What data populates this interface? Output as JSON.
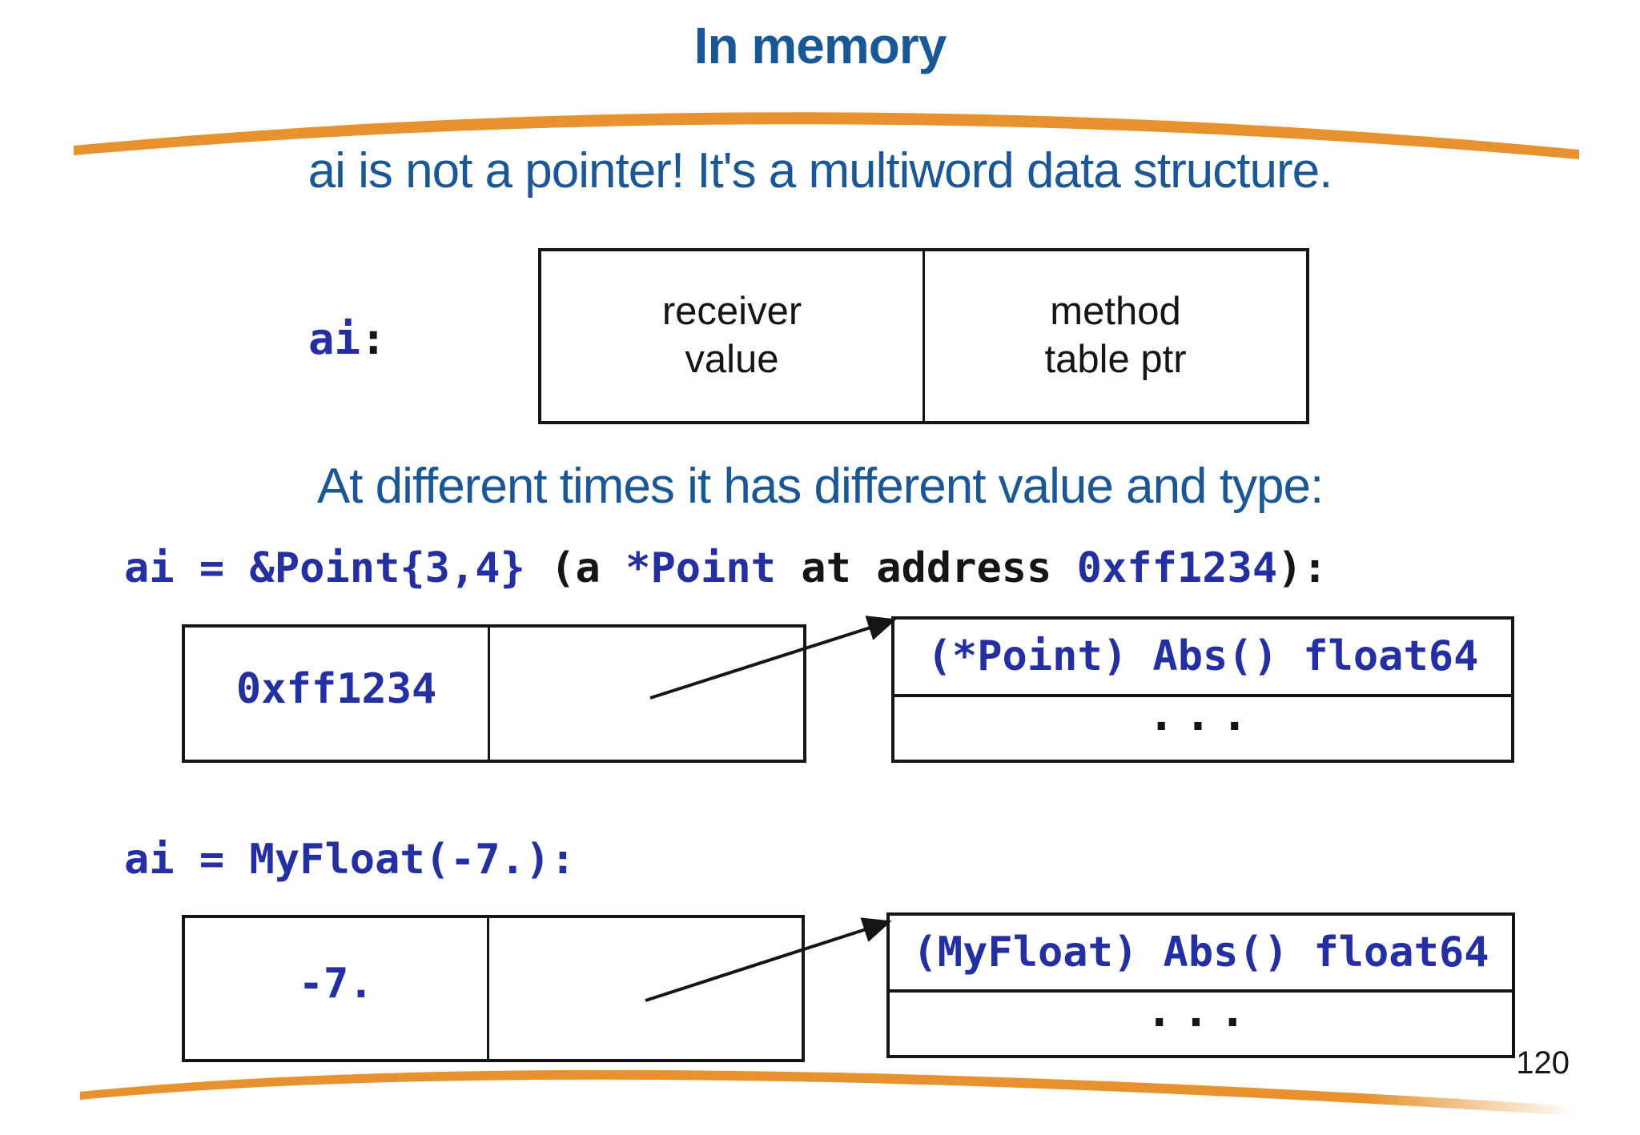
{
  "slide": {
    "title": "In memory",
    "heading": "ai is not a pointer! It's a multiword data structure.",
    "subheading": "At different times it has different value and type:",
    "page_number": "120"
  },
  "interface_box": {
    "label_var": "ai",
    "label_colon": ":",
    "cells": [
      {
        "lines": [
          "receiver",
          "value"
        ]
      },
      {
        "lines": [
          "method",
          "table ptr"
        ]
      }
    ]
  },
  "example1": {
    "code_segments": [
      {
        "text": "ai = &Point{3,4} ",
        "color": "navy"
      },
      {
        "text": "(a ",
        "color": "black"
      },
      {
        "text": "*Point",
        "color": "navy"
      },
      {
        "text": " at address ",
        "color": "black"
      },
      {
        "text": "0xff1234",
        "color": "navy"
      },
      {
        "text": "):",
        "color": "black"
      }
    ],
    "value_cell": "0xff1234",
    "method_table": {
      "row1": "(*Point) Abs() float64",
      "row2": "..."
    }
  },
  "example2": {
    "code_segments": [
      {
        "text": "ai = MyFloat(-7.):",
        "color": "navy"
      }
    ],
    "value_cell": "-7.",
    "method_table": {
      "row1": "(MyFloat) Abs() float64",
      "row2": "..."
    }
  },
  "colors": {
    "heading_blue": "#1A5796",
    "code_navy": "#232FA2",
    "swoosh_orange": "#E8922F",
    "ink": "#151515"
  }
}
